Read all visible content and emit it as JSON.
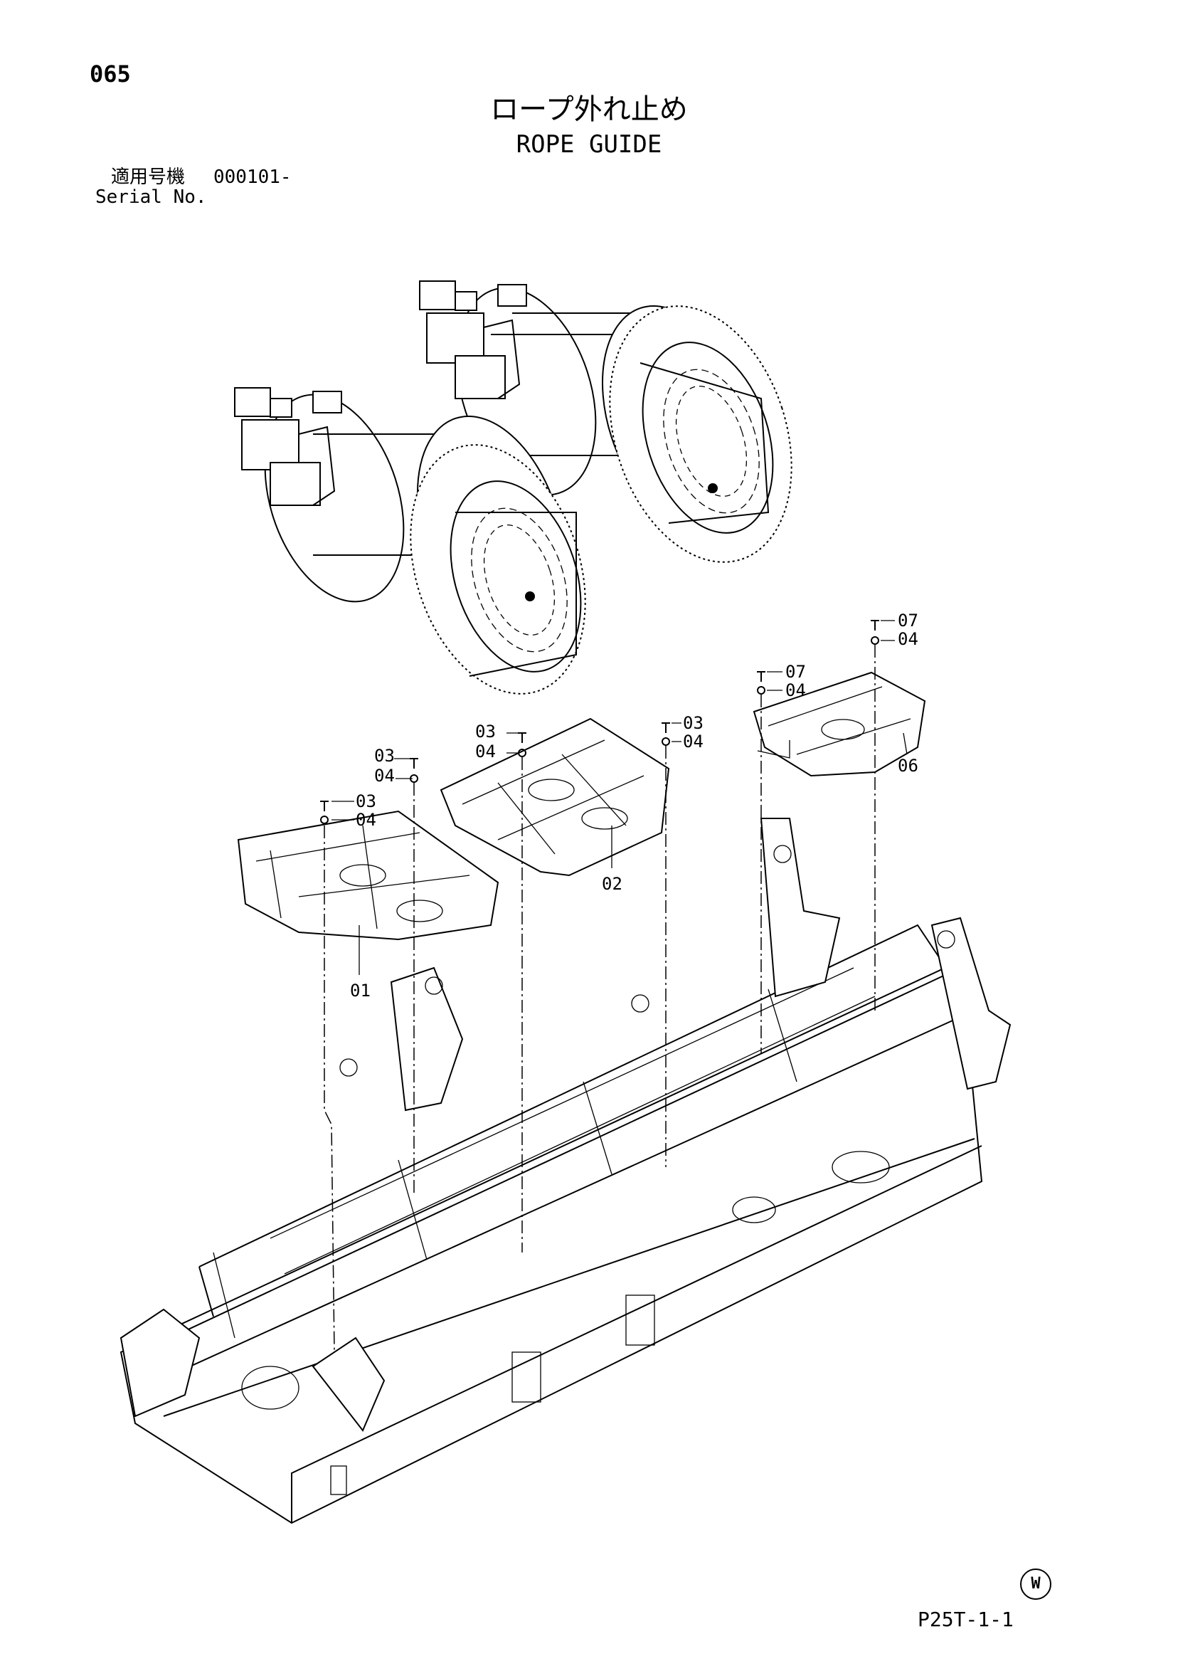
{
  "header": {
    "page_number": "065",
    "title_jp": "ロープ外れ止め",
    "title_en": "ROPE GUIDE",
    "serial_label_jp": "適用号機",
    "serial_value": "000101-",
    "serial_label_en": "Serial No."
  },
  "footer": {
    "mark": "W",
    "figure_code": "P25T-1-1"
  },
  "callouts": {
    "p01": "01",
    "p02": "02",
    "p03a": "03",
    "p04a": "04",
    "p03b": "03",
    "p04b": "04",
    "p03c": "03",
    "p04c": "04",
    "p03d": "03",
    "p04d": "04",
    "p06": "06",
    "p07a": "07",
    "p04e": "04",
    "p07b": "07",
    "p04f": "04"
  }
}
